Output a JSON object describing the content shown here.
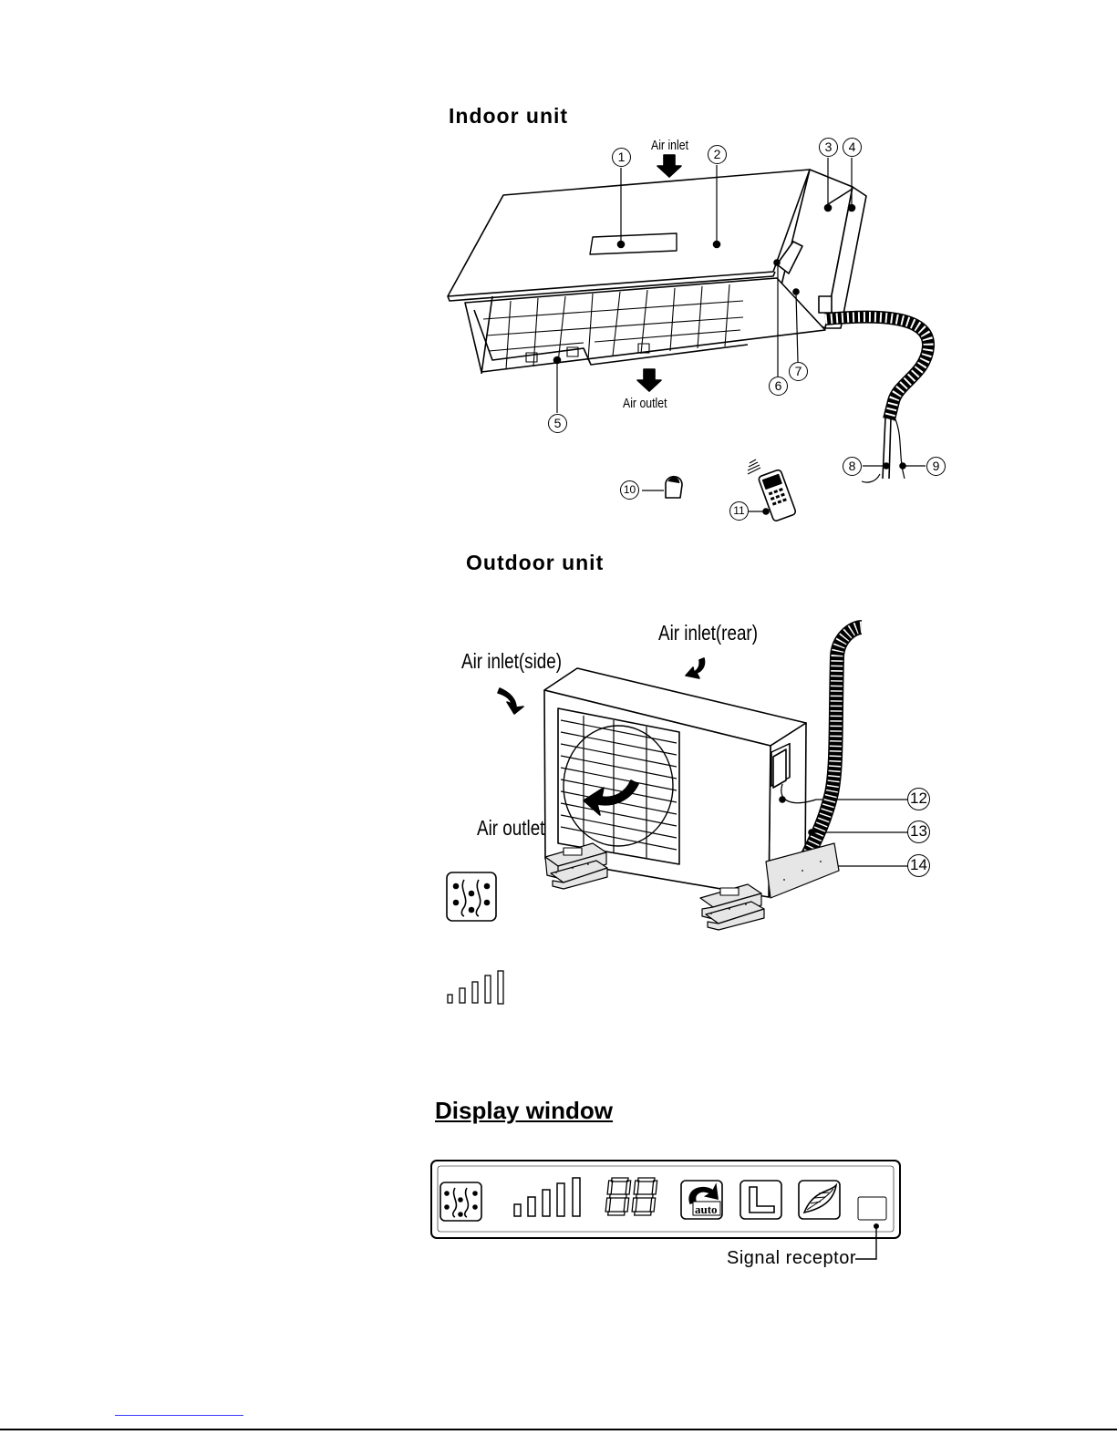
{
  "indoor": {
    "heading": "Indoor unit",
    "air_inlet": "Air inlet",
    "air_outlet": "Air outlet",
    "callouts": [
      "1",
      "2",
      "3",
      "4",
      "5",
      "6",
      "7",
      "8",
      "9",
      "10",
      "11"
    ]
  },
  "outdoor": {
    "heading": "Outdoor unit",
    "air_inlet_side": "Air inlet(side)",
    "air_inlet_rear": "Air inlet(rear)",
    "air_outlet": "Air outlet",
    "callouts": [
      "12",
      "13",
      "14"
    ]
  },
  "display": {
    "heading": "Display window",
    "signal_receptor": "Signal receptor",
    "icons": [
      "defrost-icon",
      "fan-speed-bars-icon",
      "seven-segment-digits-icon",
      "auto-mode-icon",
      "timer-icon",
      "health-leaf-icon",
      "signal-receptor-window"
    ]
  }
}
